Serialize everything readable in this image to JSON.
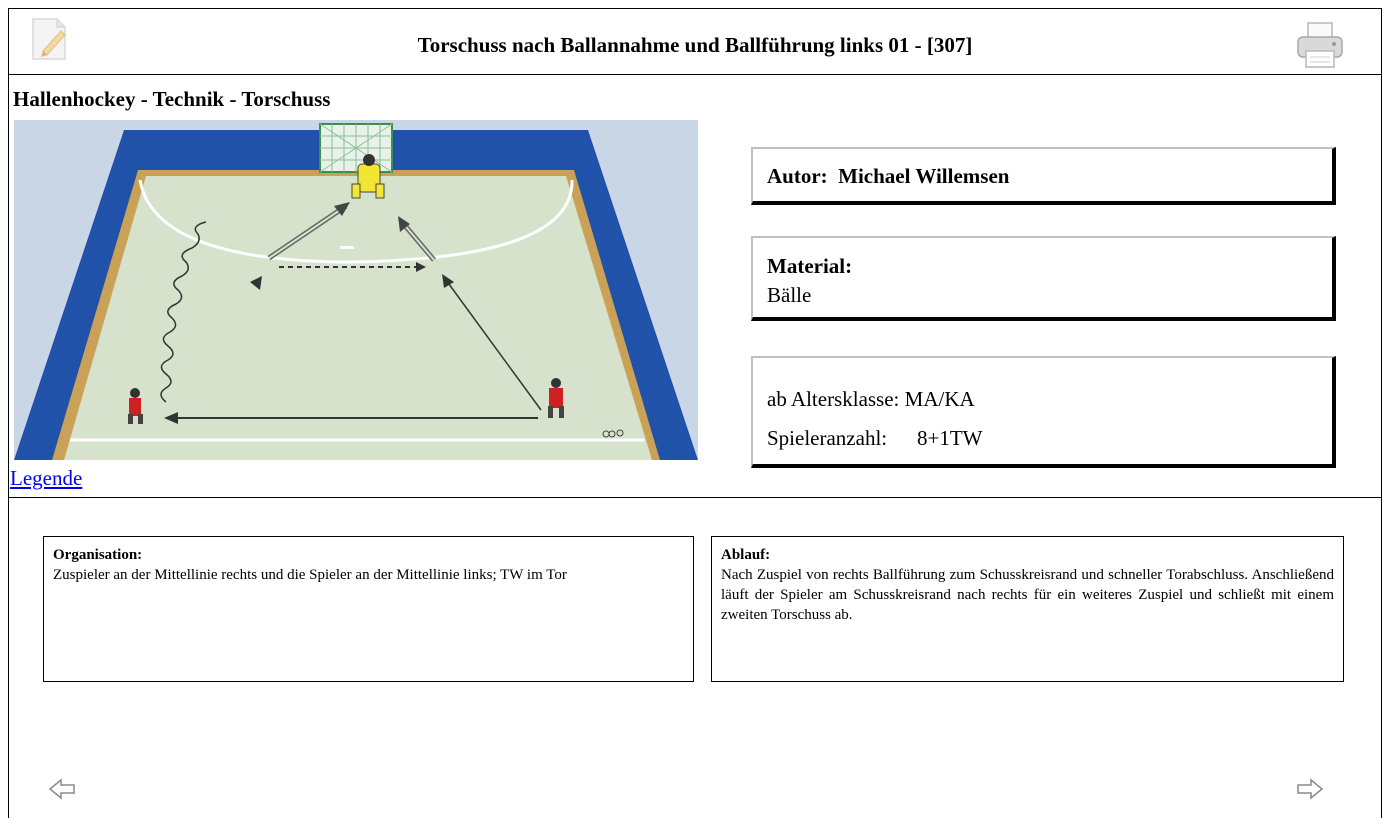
{
  "header": {
    "title": "Torschuss nach Ballannahme und Ballführung links 01 - [307]",
    "edit_icon": "edit-icon",
    "print_icon": "printer-icon"
  },
  "category": "Hallenhockey - Technik - Torschuss",
  "legend_link": "Legende",
  "info": {
    "author_label": "Autor:",
    "author": "Michael Willemsen",
    "material_label": "Material:",
    "material": "Bälle",
    "age_label": "ab Altersklasse:",
    "age": "MA/KA",
    "players_label": "Spieleranzahl:",
    "players": "8+1TW"
  },
  "organisation": {
    "heading": "Organisation:",
    "text": "Zuspieler an der Mittellinie rechts und die Spieler an der Mittellinie links; TW im Tor"
  },
  "ablauf": {
    "heading": "Ablauf:",
    "text": "Nach Zuspiel von rechts Ballführung zum Schusskreisrand und schneller Torabschluss. Anschließend läuft der Spieler am Schusskreisrand nach rechts für ein weiteres Zuspiel und schließt mit einem zweiten Torschuss ab."
  },
  "nav": {
    "prev_icon": "arrow-left-icon",
    "next_icon": "arrow-right-icon"
  },
  "colors": {
    "floor": "#d6e2cc",
    "board_blue": "#1f52a8",
    "board_wood": "#c9a257",
    "sky": "#c9d6e6",
    "goalkeeper": "#f2e632",
    "player": "#cc2222"
  }
}
